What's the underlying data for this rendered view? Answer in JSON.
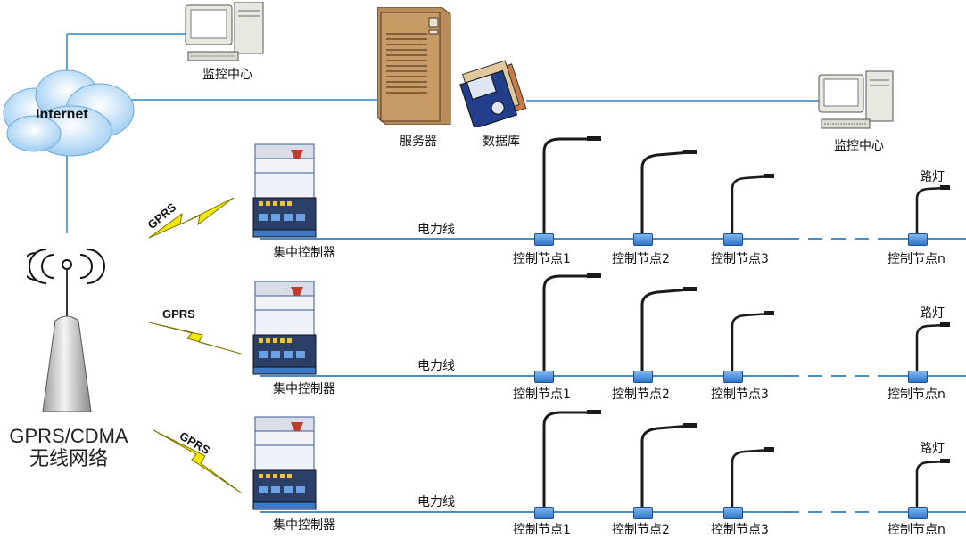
{
  "cloud": {
    "label": "Internet"
  },
  "monitor_top": {
    "label": "监控中心"
  },
  "monitor_right": {
    "label": "监控中心"
  },
  "server": {
    "label": "服务器"
  },
  "database": {
    "label": "数据库"
  },
  "tower": {
    "label_line1": "GPRS/CDMA",
    "label_line2": "无线网络"
  },
  "rows": [
    {
      "gprs": "GPRS",
      "controller": "集中控制器",
      "powerline": "电力线",
      "lamp": "路灯",
      "nodes": [
        "控制节点1",
        "控制节点2",
        "控制节点3",
        "控制节点n"
      ]
    },
    {
      "gprs": "GPRS",
      "controller": "集中控制器",
      "powerline": "电力线",
      "lamp": "路灯",
      "nodes": [
        "控制节点1",
        "控制节点2",
        "控制节点3",
        "控制节点n"
      ]
    },
    {
      "gprs": "GPRS",
      "controller": "集中控制器",
      "powerline": "电力线",
      "lamp": "路灯",
      "nodes": [
        "控制节点1",
        "控制节点2",
        "控制节点3",
        "控制节点n"
      ]
    }
  ],
  "colors": {
    "link_line": "#2e86c1",
    "powerline": "#2e7dc0",
    "cloud": "#cfe6fb",
    "lightning": "#f4e800",
    "controller_blue": "#3d78c4"
  }
}
